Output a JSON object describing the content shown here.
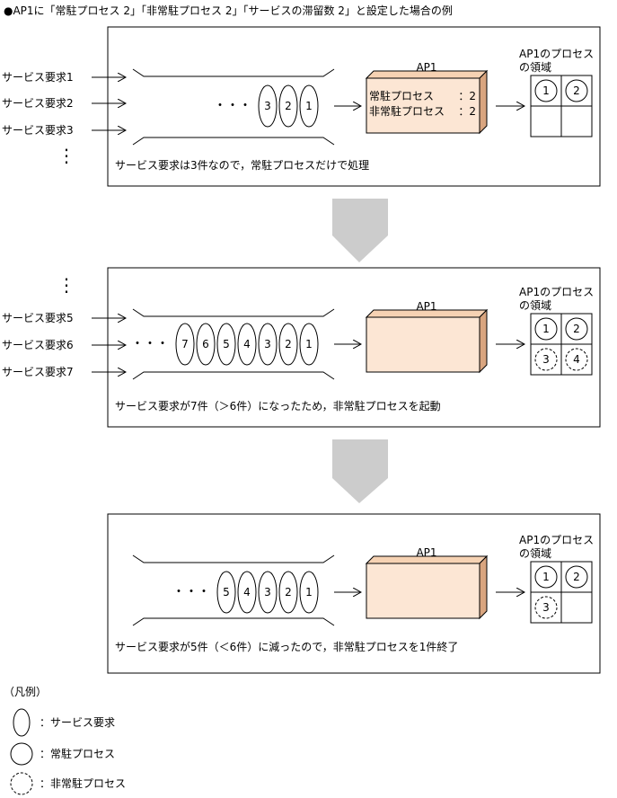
{
  "title": "●AP1に「常駐プロセス 2」「非常駐プロセス 2」「サービスの滞留数 2」と設定した場合の例",
  "ap_label": "AP1",
  "area_label_line1": "AP1のプロセス",
  "area_label_line2": "の領域",
  "ellipsis": "・・・",
  "vdots": "⋮",
  "panel1": {
    "requests": [
      "サービス要求1",
      "サービス要求2",
      "サービス要求3"
    ],
    "queue": [
      "3",
      "2",
      "1"
    ],
    "settings": [
      {
        "label": "常駐プロセス",
        "value": "：2"
      },
      {
        "label": "非常駐プロセス",
        "value": "：2"
      }
    ],
    "resident": [
      "1",
      "2"
    ],
    "nonresident": [],
    "caption": "サービス要求は3件なので，常駐プロセスだけで処理"
  },
  "panel2": {
    "requests": [
      "サービス要求5",
      "サービス要求6",
      "サービス要求7"
    ],
    "queue": [
      "7",
      "6",
      "5",
      "4",
      "3",
      "2",
      "1"
    ],
    "resident": [
      "1",
      "2"
    ],
    "nonresident": [
      "3",
      "4"
    ],
    "caption": "サービス要求が7件（＞6件）になったため，非常駐プロセスを起動"
  },
  "panel3": {
    "queue": [
      "5",
      "4",
      "3",
      "2",
      "1"
    ],
    "resident": [
      "1",
      "2"
    ],
    "nonresident": [
      "3"
    ],
    "caption": "サービス要求が5件（＜6件）に減ったので，非常駐プロセスを1件終了"
  },
  "legend": {
    "title": "（凡例）",
    "items": [
      {
        "symbol": "service-request",
        "label": "：サービス要求"
      },
      {
        "symbol": "resident-process",
        "label": "：常駐プロセス"
      },
      {
        "symbol": "nonresident-process",
        "label": "：非常駐プロセス"
      }
    ]
  },
  "colors": {
    "box_front": "#fce6d4",
    "box_top": "#f6d2b3",
    "box_side": "#d9a57f",
    "down_arrow": "#cccccc",
    "line": "#000000"
  }
}
